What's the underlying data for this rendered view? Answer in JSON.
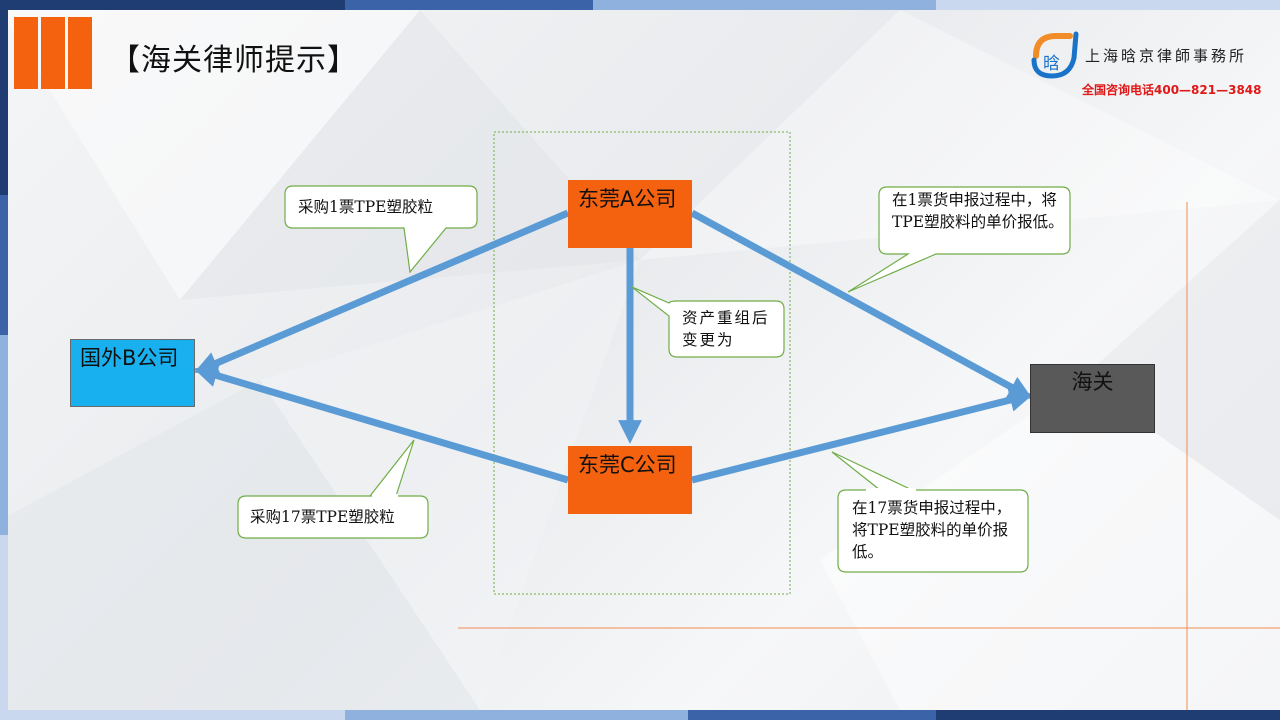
{
  "header": {
    "title": "【海关律师提示】",
    "firm_name": "上海晗京律師事務所",
    "phone": "全国咨询电话400—821—3848"
  },
  "nodes": {
    "company_a": "东莞A公司",
    "company_b": "国外B公司",
    "company_c": "东莞C公司",
    "customs": "海关"
  },
  "callouts": {
    "purchase_1": "采购1票TPE塑胶粒",
    "purchase_17": "采购17票TPE塑胶粒",
    "restructure": "资产重组后变更为",
    "declare_1": "在1票货申报过程中，将TPE塑胶料的单价报低。",
    "declare_17": "在17票货申报过程中，将TPE塑胶料的单价报低。"
  },
  "colors": {
    "orange": "#f5620f",
    "arrow_blue": "#5b9bd5",
    "company_b_blue": "#18b0ef",
    "customs_gray": "#595959",
    "callout_border": "#70ad47",
    "phone_red": "#e01818"
  }
}
